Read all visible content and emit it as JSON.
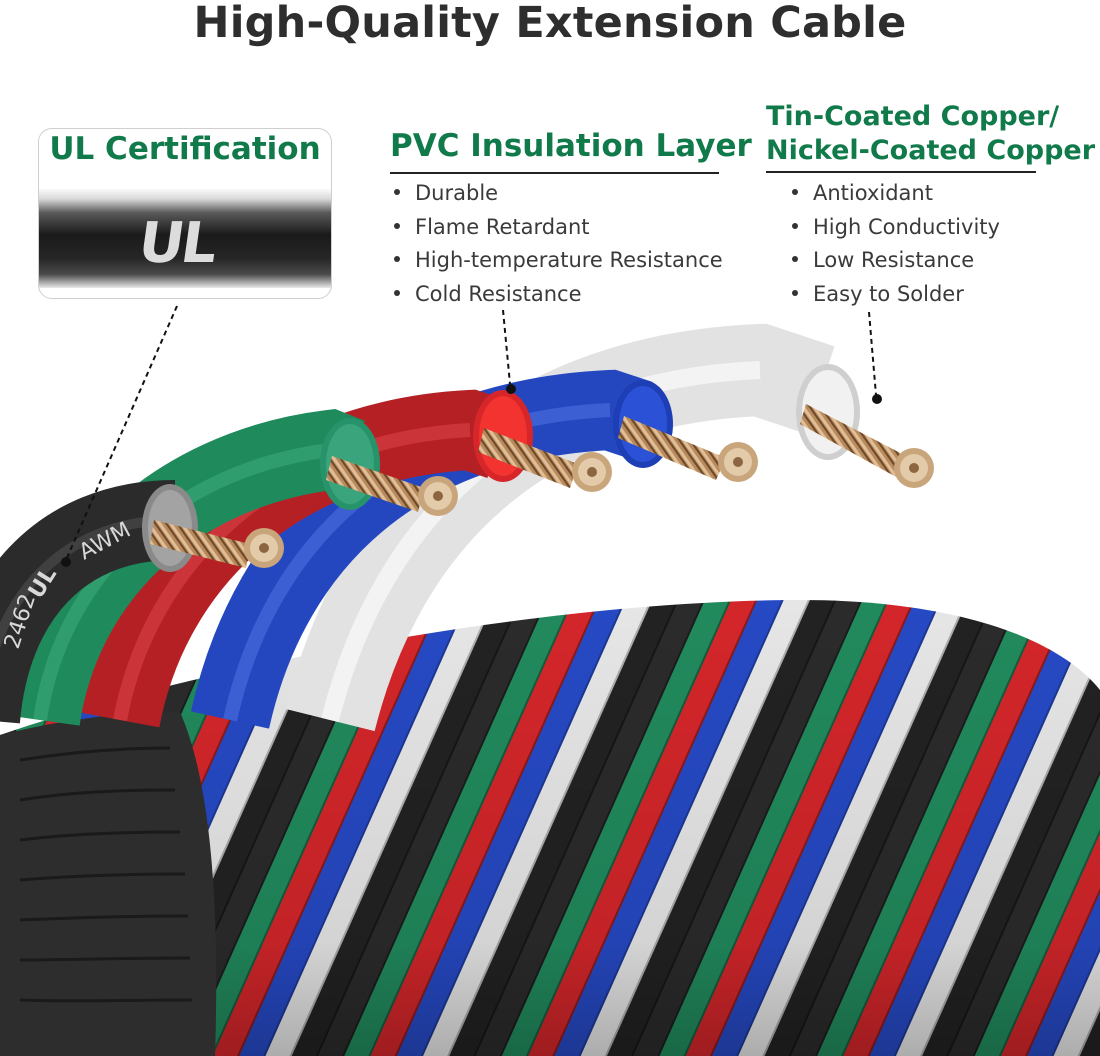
{
  "title": "High-Quality Extension Cable",
  "ul_card": {
    "title": "UL Certification",
    "mark": "UL"
  },
  "pvc": {
    "heading": "PVC Insulation Layer",
    "features": [
      "Durable",
      "Flame Retardant",
      "High-temperature Resistance",
      "Cold Resistance"
    ]
  },
  "conductor": {
    "heading_line1": "Tin-Coated Copper/",
    "heading_line2": "Nickel-Coated Copper",
    "features": [
      "Antioxidant",
      "High Conductivity",
      "Low Resistance",
      "Easy to Solder"
    ]
  },
  "jacket_print": {
    "awm": "AWM",
    "ul": "UL",
    "code": "2462"
  },
  "colors": {
    "accent_green": "#117a4b",
    "wire_black": "#2a2a2a",
    "wire_green": "#1f8a5c",
    "wire_red": "#c42226",
    "wire_blue": "#2347c2",
    "wire_white": "#e4e4e4",
    "copper": "#b98a5a"
  }
}
